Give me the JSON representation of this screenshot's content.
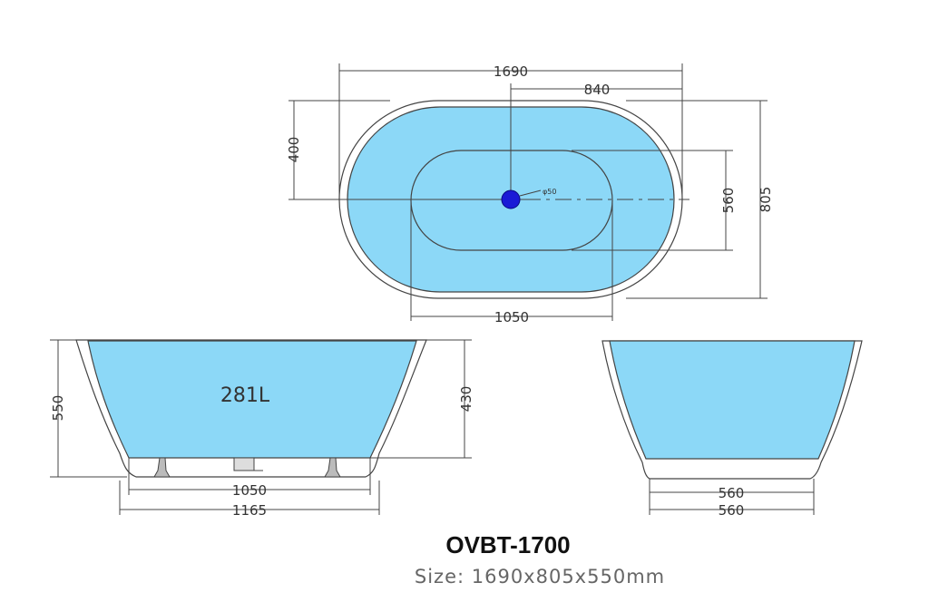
{
  "plan_view": {
    "length": "1690",
    "drain_offset": "840",
    "drain_y": "400",
    "width": "805",
    "inner_width": "560",
    "inner_length": "1050",
    "drain_dia": "φ50"
  },
  "side_view": {
    "volume": "281L",
    "height": "550",
    "depth": "430",
    "base_inner": "1050",
    "base_outer": "1165"
  },
  "end_view": {
    "bottom_1": "560",
    "bottom_2": "560"
  },
  "product": {
    "model": "OVBT-1700",
    "size": "Size: 1690x805x550mm"
  },
  "colors": {
    "water": "#8cd8f7",
    "drain": "#1a1ad6",
    "outline": "#444444"
  }
}
